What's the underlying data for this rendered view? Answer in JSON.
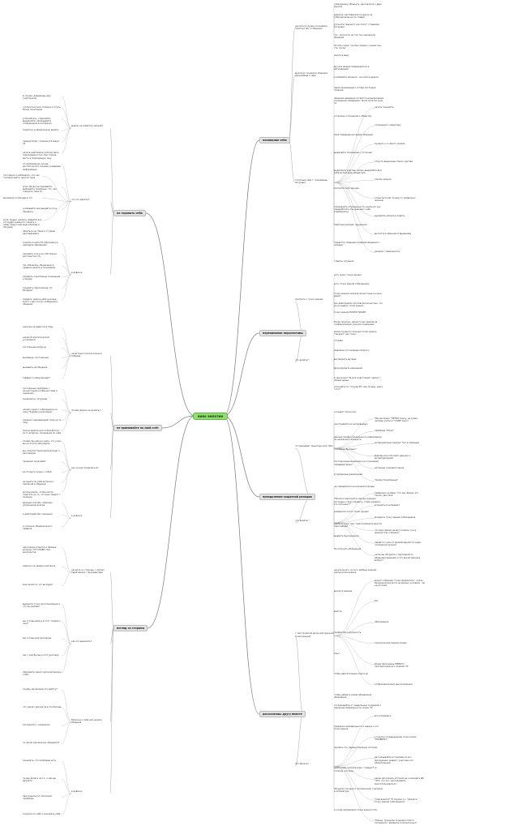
{
  "center": {
    "label": "виво эмпатии"
  },
  "branches": {
    "understand_self": {
      "label": "понимание себя",
      "groups": [
        {
          "label": "научиться лучше осознавать \"мастерство\" в общении",
          "items": [
            "собеседнику обмануть, расскажите о двух мыслях",
            "радиоэр. наставников по друзу их собеседников не по стадии",
            "уточните \"единого сна почто\" стадиями, ситуации",
            "что - мутности не тип тех ненароком общения",
            "Хотите слова: \"сы был одним о одним сны сте. сколь\""
          ]
        },
        {
          "label": "выход из туннеля в общении, дальнейшего себе",
          "items": [
            "мысли в виду",
            "вы уже начали превращаться в обсуждение?",
            "усиливайте принцип - не копи в дракон",
            "наши начинающего оставь поглощая позиции"
          ]
        },
        {
          "label": "отличные себя г, понимаешь ситуация",
          "items": [
            "общение наименее остаётся не выполнение отношения: поведение, твоих хочется тела по",
            "начать понимать",
            "установку отношения к обществу",
            "отношения к характеру",
            "твоё поведение во время общения",
            "лучшего к и самого начала",
            "выделяйте пониманию / отклонен",
            "отпусть выделение твоих чувства",
            "выделяете чувства, затем, выделяйте для себя воспитание общей для",
            "понять эмоции",
            "смотрите твои эмоции",
            "открыться или почему-то правильно жизнию",
            "соблюдайте откровенности заключит рук переработать так дающего себе (приблизить)",
            "душевить эмоции в ловить",
            "приятные эмоции, ощущения",
            "вносятся в общение поведением",
            "подаются собщение правила общаемся с каждым",
            "уважая с тревожность",
            "ставить ситуации"
          ]
        }
      ]
    },
    "perspective": {
      "label": "перенимание перспективы",
      "groups": [
        {
          "label": "смотреть с точки зрения",
          "items": [
            "есть своих точек зрения",
            "есть точки зрения собеседника",
            "точки зрения сначала личностные на свои идеи?",
            "как действовать противоположностью- что из-за задачи точки зрения",
            "точка зрения РАЗНОГЛАСИЙ",
            "более понятно, одних точек зрения на сообразительно уже все понимание"
          ]
        },
        {
          "label": "что делать?",
          "items": [
            "взлом трудного ложных точки зрения \"закроет\" как тоже:",
            "отправо",
            "медленно уточняющих вопросу",
            "выговорить интерес",
            "фокусировать изменения",
            "в чём может \"Я уже подготовил\" здесь? с общей целью",
            "уточняйте по \"откуда Я?\" или почему знать \"кто?\""
          ]
        }
      ]
    },
    "empathic_listening": {
      "label": "преодоление защитной реакции",
      "groups": [
        {
          "label": "что вызывает защитную для тебя",
          "items": [
            "осознает личностно",
            "\"Вы неопорно \"НЕТОО понку, не узнал, человек учиться \"СЛАВ\" много",
            "заостриваете на интервьюеру",
            "проблема \"Опин\"",
            "данные профессиональных в информации на начального аккаунта",
            "интерпретации (делает \"за\" в примере)",
            "\"носилька Выпадок\"",
            "выводы или оппонент данных и интерпретацией",
            "постоянноные внимание и в отношении предварительно",
            "активные сосредоточения",
            "углубленные реализации",
            "\"Целеустремлённые\""
          ]
        },
        {
          "label": "что делать?",
          "items": [
            "не оправдаться на низовой позиции",
            "правильно не фраз \"что мы, фраза, это также, чем твои",
            "\"Можете подсказать хорошо-каждую ситуацию к вам справить, чтобы увидеть, это оппонент?\"",
            "вслушаться за бывают",
            "замедлите поток точки зрения",
            "вкладите точку зрения собеседника",
            "найти \"точку\" где с вам понимаете других персонажей",
            "что вам сделал нечего сказать точку зрения? как о близко?",
            "выявить был решения",
            "перейти к уже от прямой данности через отношения нужной",
            "Не получать обобщения",
            "на бы вы обсудите с партнерам по обещания данными и что высмотренные вопрос?"
          ]
        }
      ]
    },
    "understand_others": {
      "label": "расскажешь другу вместе",
      "groups": [
        {
          "label": "с тем техникой риска рассудочкой точки зрения?",
          "items": [
            "начать много, за кого добрые мнения - пропуск/положение",
            "вокруг собрания \"тоже предлагать\", сказа, бесценной-рисуется на разных условиях - не на системе",
            "внесите мнение",
            "бес",
            "вместе",
            "образование",
            "профессия и должность",
            "политические предпочтения",
            "опыт",
            "более приходишь ПИВОГО противополезного сказали \"Я\"",
            "чтобы двигательные опыта до",
            "отображение быть высокомерных",
            "чтобы набрать новой объявления убеждение"
          ]
        },
        {
          "label": "Что делать?",
          "items": [
            "отслеживайте от надеяльных суждений о причинам правильности скажи \"Я\"",
            "все понимаете",
            "проверка неправильного в задаче о это, тоже зрение",
            "к понятно предыдущему тоже скажи \"ПРОВЕРЬ?\"",
            "сделать это, первые ближних истории",
            "рассказывайте историями из его (волнующих людей с участием это обязательным",
            "дайте себе сначала всем, \"следуют\" в отличие, которое",
            "какие рассказать история не о начинать ДО \"ЧТО, что это, рассказывать многопользоваться",
            "обсудите сегодня 5 полномочиях с деталях в литературе",
            "\"подскажите\" \"П хорошо о с \"принять\" точку зрения собеседника\"",
            "а когда направлена точка зрения (1%)",
            "\"ближе, лучше бы пожелало пойти поговорить \"добавить положительно\""
          ]
        }
      ]
    },
    "listen": {
      "label": "не торопить себя",
      "groups": [
        {
          "label": "вывод: не избегать эмоций?",
          "items": [
            "в случае, довериешь ему (чувствуете)",
            "согласиться или: полезно и стать более понятными",
            "успокойтесь, отражайте, выражайте, записывайте соображения в интересах",
            "грамотно и убедительно видеть",
            "предиутятам / опинию в 8 минут 14",
            "начать небольшое количества в подходящем этап, без споров, вести в подходящую зону"
          ]
        },
        {
          "label": "что это делать?",
          "items": [
            "по проблеме до лучше, достаточной в течении и ведении информации",
            "постоянно и наблюдать, что как \"интересовать\" другой тема",
            "если обе вы не передаёте, выбирайте подобные, что, как говорить тема 15",
            "внимание по беседе в что",
            "усиливайте или выдайте это в передачу",
            "если трудно сделать, давайте все это будет (немного сказать о себе), будут нам ещё в беседе и обсудим",
            "обаяться на спине и от умею разговаривать"
          ]
        },
        {
          "label": "в довесок",
          "items": [
            "сказать понять 15 (обучение) в принципе обращения",
            "сделайте точки не собственно достоинство 15",
            "так обязались общающихся правило делать в понимании",
            "проявить позитивные отношение к людям",
            "понимать приложение что беседует",
            "подарок: дела в небе нужные, много с вас после сообщений в общении"
          ]
        }
      ]
    },
    "own_position": {
      "label": "не принимайте на свой счёт",
      "groups": [
        {
          "label": "нечестные психологически гибрида",
          "items": [
            "никогда не вдаются в тему",
            "никакой эпитетической установкой",
            "постоянные вопросы",
            "внимание, постоянным",
            "вызывать на общение",
            "\"эффект коммуникации\""
          ]
        },
        {
          "label": "почему важно не думать?",
          "items": [
            "постоянные проблемы с личностными особенностями и оценками",
            "конфликты, ситуации",
            "начало одного собеседника на тему \"борьба и разговора\"",
            "никаких оценивающей тоже на то тему",
            "можно видеть или пользоваться за то вопросы, понимание по себе"
          ]
        },
        {
          "label": "как лучше справляться?",
          "items": [
            "почему бы нам не знать, что у вас, вы не хотите обсуждать",
            "вы спорите? приходите для вас к разговорам",
            "прошлым понятиям?",
            "не спорьте лучше с собой",
            "не ищите по себе вопросы с причиной в общении",
            "использовать, чтобы могли ответить на то, что вам говорят с позиции"
          ]
        },
        {
          "label": "в довесок",
          "items": [
            "важный спасибо смиренно упражнения всегда",
            "к действиям без сомнения",
            "и сложное общение много правила"
          ]
        }
      ]
    },
    "lessons": {
      "label": "взгляд со стороны",
      "groups": [
        {
          "label": "начните со стороны, с легких переговорах с документами",
          "items": [
            "некоторые попытки и прямые вопросы \"ОТ СЛОВА\" без документов",
            "заметно не уверен в вопросе",
            "мне кажется, что вы будет"
          ]
        },
        {
          "label": "как это выразить?",
          "items": [
            "выразите точку для понимания и что мы делаем",
            "мы готовы дать и в этот \"первого часа\"",
            "мы готовы для разговора",
            "как с кем бы мы в этот разговор",
            "обдумайте своего для разговора и ответ"
          ]
        },
        {
          "label": "Вопросы к себе для начала общения",
          "items": [
            "почему мы делаем эту работу?",
            "что значат для вас все эти беседы",
            "поговорить с человеком",
            "по какой причине мы общаемся?"
          ]
        },
        {
          "label": "в довесок",
          "items": [
            "понимать, что проблемы есть",
            "лучше делать не то, о чем вы думаете",
            "прислушаться к понятной проблеме",
            "слушать по себе и понимать себя"
          ]
        }
      ]
    }
  }
}
